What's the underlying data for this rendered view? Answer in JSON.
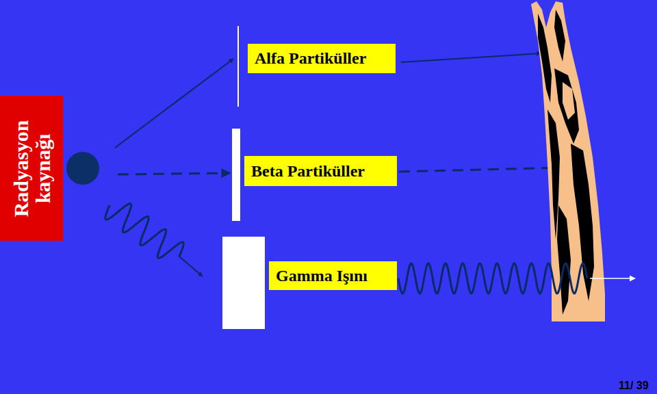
{
  "diagram": {
    "nodes": [
      {
        "text": [
          "Radyasyon kaynağı"
        ]
      },
      {
        "text": [
          "Alfa Partiküller"
        ]
      },
      {
        "text": [
          "Beta Partiküller"
        ]
      },
      {
        "text": [
          "Gamma Işını"
        ]
      }
    ],
    "labels": [
      "11/ 39"
    ]
  }
}
